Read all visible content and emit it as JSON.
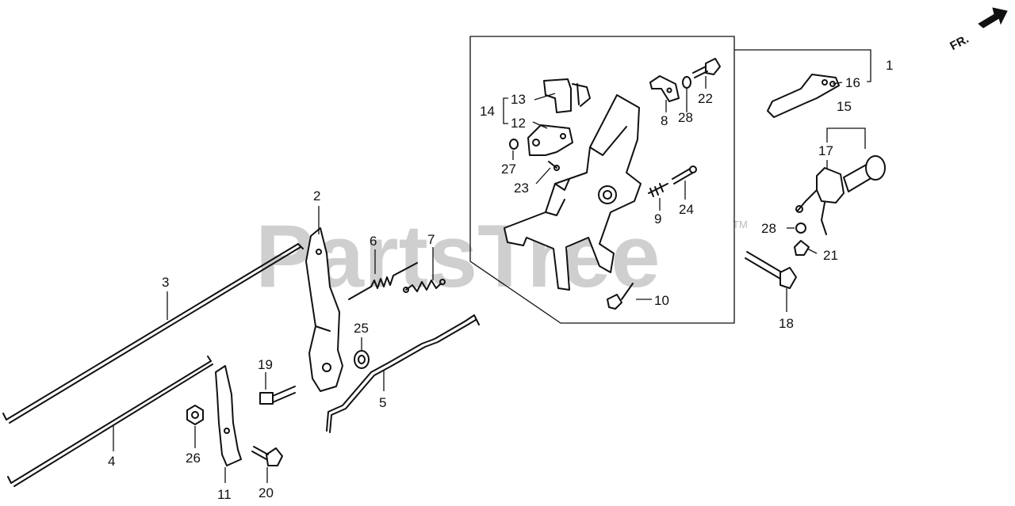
{
  "watermark": {
    "text": "PartsTree",
    "trademark": "TM"
  },
  "orientation": {
    "label": "FR."
  },
  "callouts": [
    {
      "id": "1",
      "text": "1"
    },
    {
      "id": "2",
      "text": "2"
    },
    {
      "id": "3",
      "text": "3"
    },
    {
      "id": "4",
      "text": "4"
    },
    {
      "id": "5",
      "text": "5"
    },
    {
      "id": "6",
      "text": "6"
    },
    {
      "id": "7",
      "text": "7"
    },
    {
      "id": "8",
      "text": "8"
    },
    {
      "id": "9",
      "text": "9"
    },
    {
      "id": "10",
      "text": "10"
    },
    {
      "id": "11",
      "text": "11"
    },
    {
      "id": "12",
      "text": "12"
    },
    {
      "id": "13",
      "text": "13"
    },
    {
      "id": "14",
      "text": "14"
    },
    {
      "id": "15",
      "text": "15"
    },
    {
      "id": "16",
      "text": "16"
    },
    {
      "id": "17",
      "text": "17"
    },
    {
      "id": "18",
      "text": "18"
    },
    {
      "id": "19",
      "text": "19"
    },
    {
      "id": "20",
      "text": "20"
    },
    {
      "id": "21",
      "text": "21"
    },
    {
      "id": "22",
      "text": "22"
    },
    {
      "id": "23",
      "text": "23"
    },
    {
      "id": "24",
      "text": "24"
    },
    {
      "id": "25",
      "text": "25"
    },
    {
      "id": "26",
      "text": "26"
    },
    {
      "id": "27",
      "text": "27"
    },
    {
      "id": "28a",
      "text": "28"
    },
    {
      "id": "28b",
      "text": "28"
    }
  ]
}
